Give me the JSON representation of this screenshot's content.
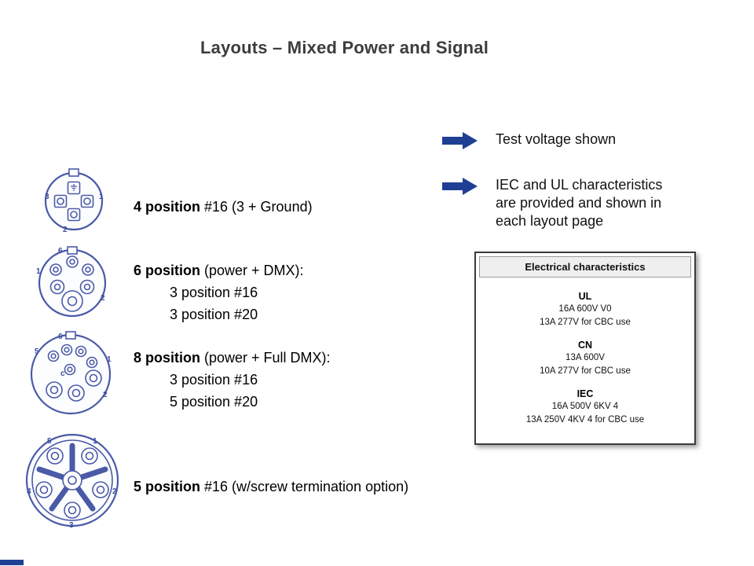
{
  "title": "Layouts – Mixed Power and Signal",
  "items": [
    {
      "bold": "4 position",
      "rest": " #16 (3 + Ground)",
      "subs": []
    },
    {
      "bold": "6 position",
      "rest": " (power + DMX):",
      "subs": [
        "3 position #16",
        "3 position #20"
      ]
    },
    {
      "bold": "8 position",
      "rest": " (power + Full DMX):",
      "subs": [
        "3 position #16",
        "5 position #20"
      ]
    },
    {
      "bold": "5 position",
      "rest": " #16 (w/screw termination option)",
      "subs": []
    }
  ],
  "callouts": [
    {
      "text": "Test voltage shown"
    },
    {
      "text": "IEC and UL characteristics are provided and shown in each layout page"
    }
  ],
  "electrical_box": {
    "title": "Electrical characteristics",
    "sections": [
      {
        "name": "UL",
        "lines": [
          "16A 600V V0",
          "13A 277V for CBC use"
        ]
      },
      {
        "name": "CN",
        "lines": [
          "13A 600V",
          "10A 277V for CBC use"
        ]
      },
      {
        "name": "IEC",
        "lines": [
          "16A 500V 6KV 4",
          "13A 250V 4KV 4 for CBC use"
        ]
      }
    ]
  },
  "connector_labels": {
    "c1": [
      "3",
      "1",
      "2"
    ],
    "c2": [
      "1",
      "6",
      "2"
    ],
    "c3": [
      "5",
      "6",
      "1",
      "2",
      "c"
    ],
    "c4": [
      "5",
      "1",
      "2",
      "3",
      "4"
    ]
  },
  "colors": {
    "arrow_blue": "#1f3f94",
    "connector_blue": "#4a5aa8",
    "title_gray": "#3d3d3d"
  }
}
